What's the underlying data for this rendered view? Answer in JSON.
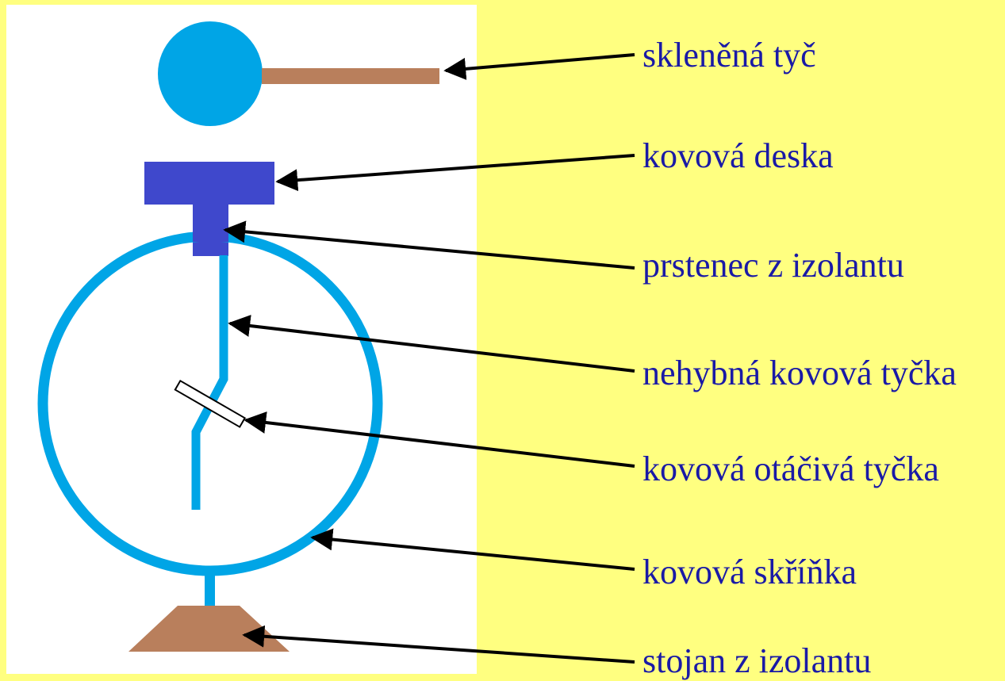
{
  "colors": {
    "background": "#ffff80",
    "panel": "#ffffff",
    "sphere": "#00a5e6",
    "glass_rod": "#b97f5c",
    "metal_plate": "#3f48cc",
    "case_ring": "#00a5e6",
    "fixed_rod": "#00a5e6",
    "rotating_rod": "#ffffff",
    "stand": "#b97f5c",
    "arrow": "#000000",
    "label_text": "#1a1aa6"
  },
  "labels": {
    "glass_rod": "skleněná tyč",
    "metal_plate": "kovová deska",
    "insulator_ring": "prstenec z izolantu",
    "fixed_rod": "nehybná kovová tyčka",
    "rotating_rod": "kovová otáčivá tyčka",
    "metal_case": "kovová skříňka",
    "insulator_stand": "stojan z izolantu"
  }
}
